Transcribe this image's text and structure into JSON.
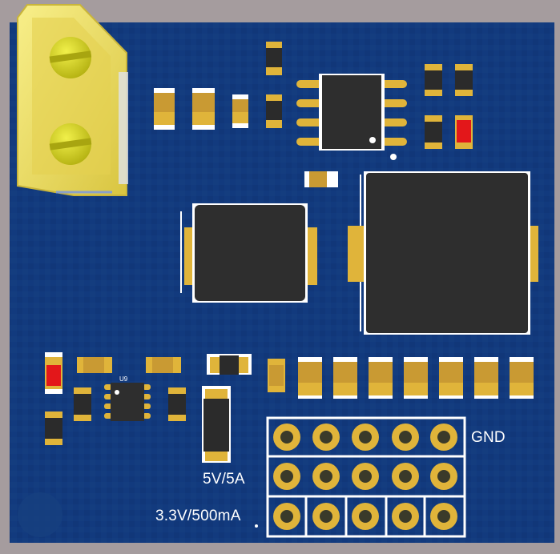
{
  "colors": {
    "background": "#a59c9e",
    "pcb_board": "#123a7e",
    "silkscreen": "#ffffff",
    "copper_pad": "#e0b43a",
    "component_body": "#2b2b2b",
    "capacitor_body": "#c99a33",
    "led_red": "#e3171a",
    "connector_housing": "#f0e06a",
    "terminal_screw": "#d4d320"
  },
  "board": {
    "labels": {
      "gnd": "GND",
      "five_volt": "5V/5A",
      "three_volt": "3.3V/500mA",
      "ic_u9": "U9"
    }
  }
}
